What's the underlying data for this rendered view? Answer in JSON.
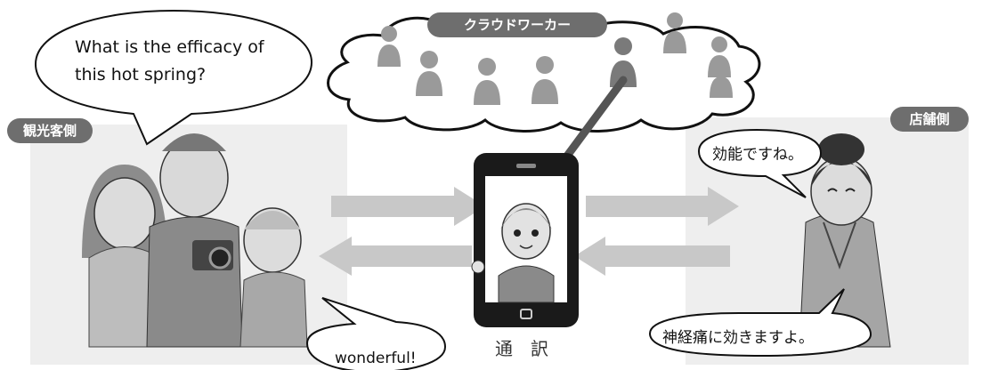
{
  "crowd": {
    "label": "クラウドワーカー"
  },
  "tourist": {
    "label": "観光客側",
    "question": "What is the efficacy of this hot spring?",
    "question_line1": "What is the efficacy of",
    "question_line2": "this hot spring?",
    "reply": "wonderful!"
  },
  "shop": {
    "label": "店舗側",
    "speech_top": "効能ですね。",
    "speech_bottom": "神経痛に効きますよ。"
  },
  "phone": {
    "caption": "通　訳"
  },
  "colors": {
    "panel": "#eeeeee",
    "tag": "#6e6e6e",
    "arrow": "#c8c8c8",
    "phone": "#1a1a1a",
    "line": "#555555",
    "person": "#9a9a9a"
  }
}
